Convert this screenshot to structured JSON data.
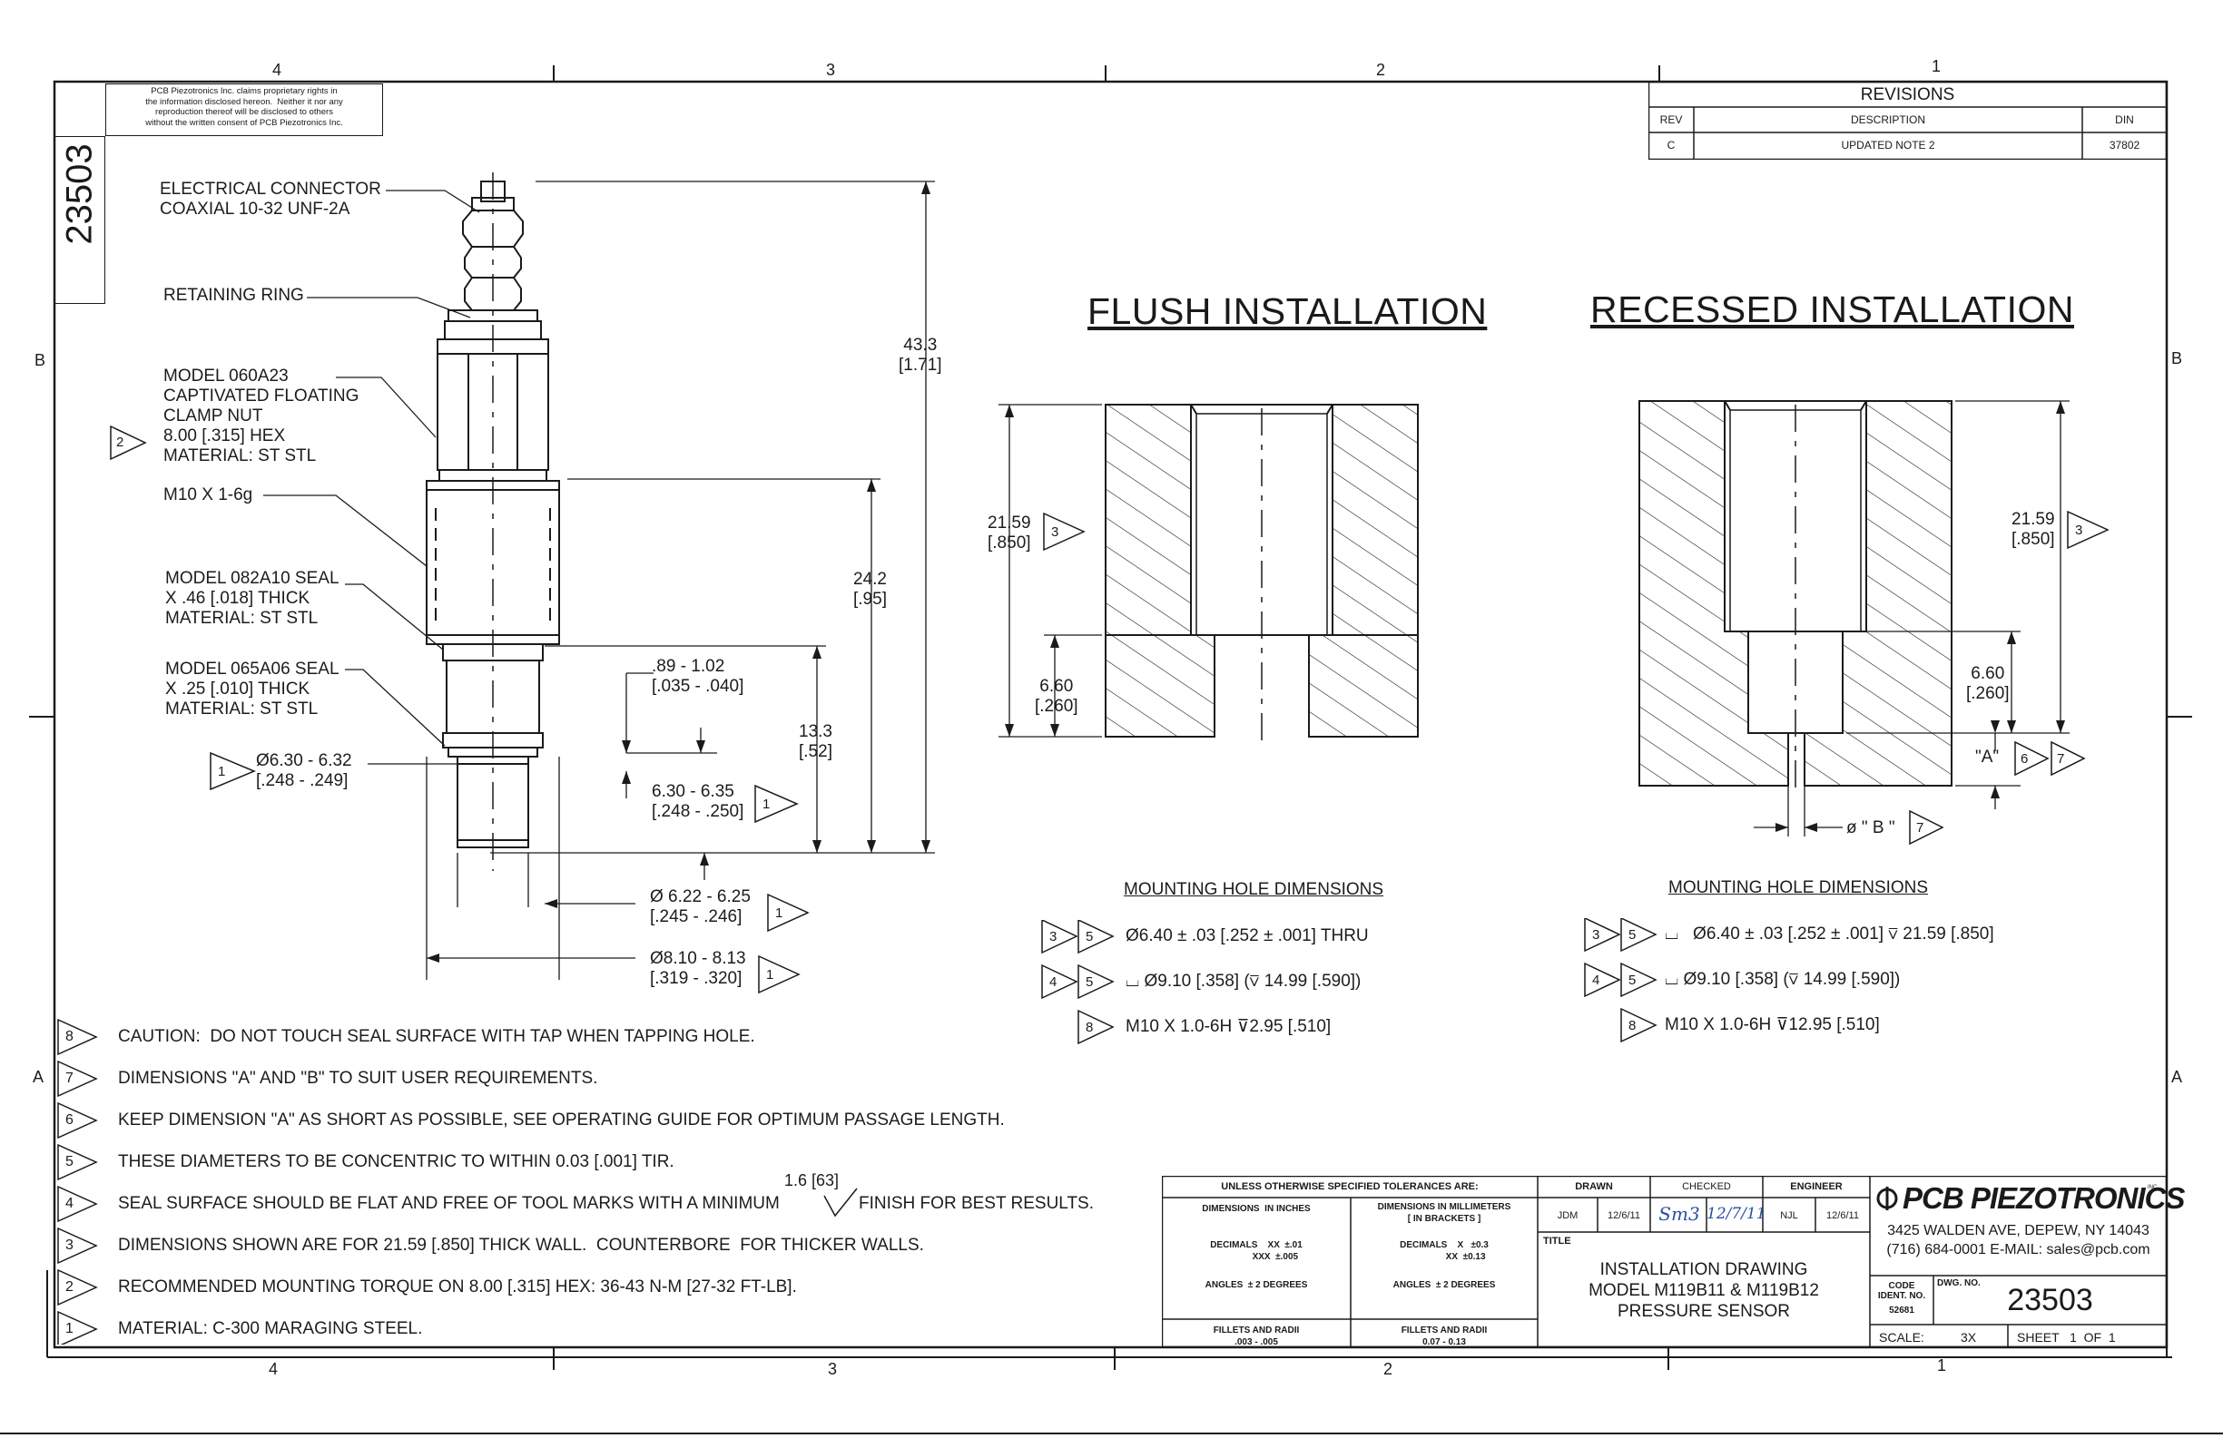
{
  "border_zones": {
    "top": [
      "4",
      "3",
      "2",
      "1"
    ],
    "bottom": [
      "4",
      "3",
      "2",
      "1"
    ],
    "left": [
      "B",
      "A"
    ],
    "right": [
      "B",
      "A"
    ]
  },
  "proprietary_notice": "PCB Piezotronics Inc. claims proprietary rights in\nthe information disclosed hereon.  Neither it nor any\nreproduction thereof will be disclosed to others\nwithout the written consent of PCB Piezotronics Inc.",
  "vertical_dwg_no": "23503",
  "revisions": {
    "title": "REVISIONS",
    "headers": [
      "REV",
      "DESCRIPTION",
      "DIN"
    ],
    "rows": [
      [
        "C",
        "UPDATED NOTE 2",
        "37802"
      ]
    ]
  },
  "sensor_callouts": {
    "connector": "ELECTRICAL CONNECTOR\nCOAXIAL 10-32 UNF-2A",
    "retaining_ring": "RETAINING RING",
    "clamp_nut": "MODEL 060A23\nCAPTIVATED FLOATING\nCLAMP NUT\n8.00 [.315] HEX\nMATERIAL: ST STL",
    "clamp_nut_note": "2",
    "thread": "M10 X 1-6g",
    "seal_1": "MODEL 082A10 SEAL\nX .46 [.018] THICK\nMATERIAL: ST STL",
    "seal_2": "MODEL 065A06 SEAL\nX .25 [.010] THICK\nMATERIAL: ST STL",
    "diameter_1": "Ø6.30 - 6.32\n[.248 - .249]",
    "diameter_1_note": "1",
    "gap": ".89 - 1.02\n[.035 - .040]",
    "diameter_2": "6.30 - 6.35\n[.248 - .250]",
    "diameter_2_note": "1",
    "tip_dia_1": "Ø 6.22 - 6.25\n[.245 - .246]",
    "tip_dia_1_note": "1",
    "tip_dia_2": "Ø8.10 - 8.13\n[.319 - .320]",
    "tip_dia_2_note": "1",
    "dim_overall": "43.3\n[1.71]",
    "dim_body": "24.2\n[.95]",
    "dim_lower": "13.3\n[.52]"
  },
  "flush": {
    "title": "FLUSH INSTALLATION",
    "dim_depth": "21.59\n[.850]",
    "dim_depth_note": "3",
    "dim_lower": "6.60\n[.260]",
    "mhd_title": "MOUNTING HOLE DIMENSIONS",
    "mhd": [
      {
        "notes": [
          "3",
          "5"
        ],
        "text": "Ø6.40 ± .03 [.252 ± .001] THRU"
      },
      {
        "notes": [
          "4",
          "5"
        ],
        "text": "⌴ Ø9.10 [.358] (⊽ 14.99 [.590])"
      },
      {
        "notes": [
          "8"
        ],
        "text": "M10 X 1.0-6H ⊽2.95 [.510]"
      }
    ]
  },
  "recessed": {
    "title": "RECESSED INSTALLATION",
    "dim_depth": "21.59\n[.850]",
    "dim_depth_note": "3",
    "dim_lower": "6.60\n[.260]",
    "dim_a": "\"A\"",
    "dim_a_notes": [
      "6",
      "7"
    ],
    "dim_b": "ø \" B \"",
    "dim_b_note": "7",
    "mhd_title": "MOUNTING HOLE DIMENSIONS",
    "mhd": [
      {
        "notes": [
          "3",
          "5"
        ],
        "text": "⌴   Ø6.40 ± .03 [.252 ± .001] ⊽ 21.59 [.850]"
      },
      {
        "notes": [
          "4",
          "5"
        ],
        "text": "⌴ Ø9.10 [.358] (⊽ 14.99 [.590])"
      },
      {
        "notes": [
          "8"
        ],
        "text": "M10 X 1.0-6H ⊽12.95 [.510]"
      }
    ]
  },
  "notes": [
    {
      "num": "8",
      "text": "CAUTION:  DO NOT TOUCH SEAL SURFACE WITH TAP WHEN TAPPING HOLE."
    },
    {
      "num": "7",
      "text": "DIMENSIONS \"A\" AND \"B\" TO SUIT USER REQUIREMENTS."
    },
    {
      "num": "6",
      "text": "KEEP DIMENSION \"A\" AS SHORT AS POSSIBLE, SEE OPERATING GUIDE FOR OPTIMUM PASSAGE LENGTH."
    },
    {
      "num": "5",
      "text": "THESE DIAMETERS TO BE CONCENTRIC TO WITHIN 0.03 [.001] TIR."
    },
    {
      "num": "4",
      "text": "SEAL SURFACE SHOULD BE FLAT AND FREE OF TOOL MARKS WITH A MINIMUM",
      "finish_value": "1.6 [63]",
      "text_after": "FINISH FOR BEST RESULTS."
    },
    {
      "num": "3",
      "text": "DIMENSIONS SHOWN ARE FOR 21.59 [.850] THICK WALL.  COUNTERBORE  FOR THICKER WALLS."
    },
    {
      "num": "2",
      "text": "RECOMMENDED MOUNTING TORQUE ON 8.00 [.315] HEX: 36-43 N-M [27-32 FT-LB]."
    },
    {
      "num": "1",
      "text": "MATERIAL: C-300 MARAGING STEEL."
    }
  ],
  "title_block": {
    "tolerances_header": "UNLESS OTHERWISE SPECIFIED TOLERANCES ARE:",
    "inches_header": "DIMENSIONS  IN INCHES",
    "mm_header": "DIMENSIONS IN MILLIMETERS\n[ IN BRACKETS ]",
    "inches_decimals": "DECIMALS    XX  ±.01\n               XXX  ±.005",
    "mm_decimals": "DECIMALS    X   ±0.3\n                 XX  ±0.13",
    "inches_angles": "ANGLES  ± 2 DEGREES",
    "mm_angles": "ANGLES  ± 2 DEGREES",
    "inches_fillets": "FILLETS AND RADII\n.003 - .005",
    "mm_fillets": "FILLETS AND RADII\n0.07 - 0.13",
    "drawn_label": "DRAWN",
    "checked_label": "CHECKED",
    "engineer_label": "ENGINEER",
    "drawn_by": "JDM",
    "drawn_date": "12/6/11",
    "checked_by": "Sm3",
    "checked_date": "12/7/11",
    "engineer_by": "NJL",
    "engineer_date": "12/6/11",
    "title_label": "TITLE",
    "title": "INSTALLATION DRAWING\nMODEL M119B11 & M119B12\nPRESSURE SENSOR",
    "company": "PCB PIEZOTRONICS",
    "company_inc": "INC",
    "address": "3425 WALDEN AVE, DEPEW, NY 14043",
    "contact": "(716) 684-0001 E-MAIL: sales@pcb.com",
    "code_ident_label": "CODE\nIDENT. NO.",
    "code_ident": "52681",
    "dwg_no_label": "DWG. NO.",
    "dwg_no": "23503",
    "scale_label": "SCALE:",
    "scale": "3X",
    "sheet": "SHEET   1  OF  1"
  },
  "colors": {
    "ink": "#1a1a1a",
    "paper": "#ffffff",
    "signature": "#2b4fa0"
  }
}
